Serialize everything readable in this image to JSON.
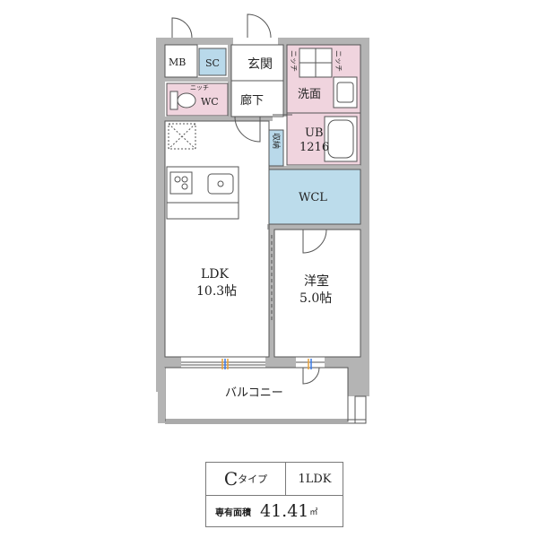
{
  "rooms": {
    "mb": "MB",
    "sc": "SC",
    "genkan": "玄関",
    "niche1": "ニッチ",
    "niche2": "ニッチ",
    "niche3": "ニッチ",
    "washroom": "洗面",
    "corridor": "廊下",
    "wc": "WC",
    "ub_line1": "UB",
    "ub_line2": "1216",
    "storage": "収納",
    "wcl": "WCL",
    "ldk_line1": "LDK",
    "ldk_line2": "10.3帖",
    "western_line1": "洋室",
    "western_line2": "5.0帖",
    "balcony": "バルコニー"
  },
  "info": {
    "type_letter": "C",
    "type_suffix": "タイプ",
    "layout": "1LDK",
    "area_label": "専有面積",
    "area_value": "41.41",
    "area_unit": "㎡"
  },
  "colors": {
    "wall": "#b4b4b4",
    "sc_blue": "#b9d9ea",
    "wcl_blue": "#bcdceb",
    "wet_pink": "#f0d4de",
    "line": "#555555"
  }
}
